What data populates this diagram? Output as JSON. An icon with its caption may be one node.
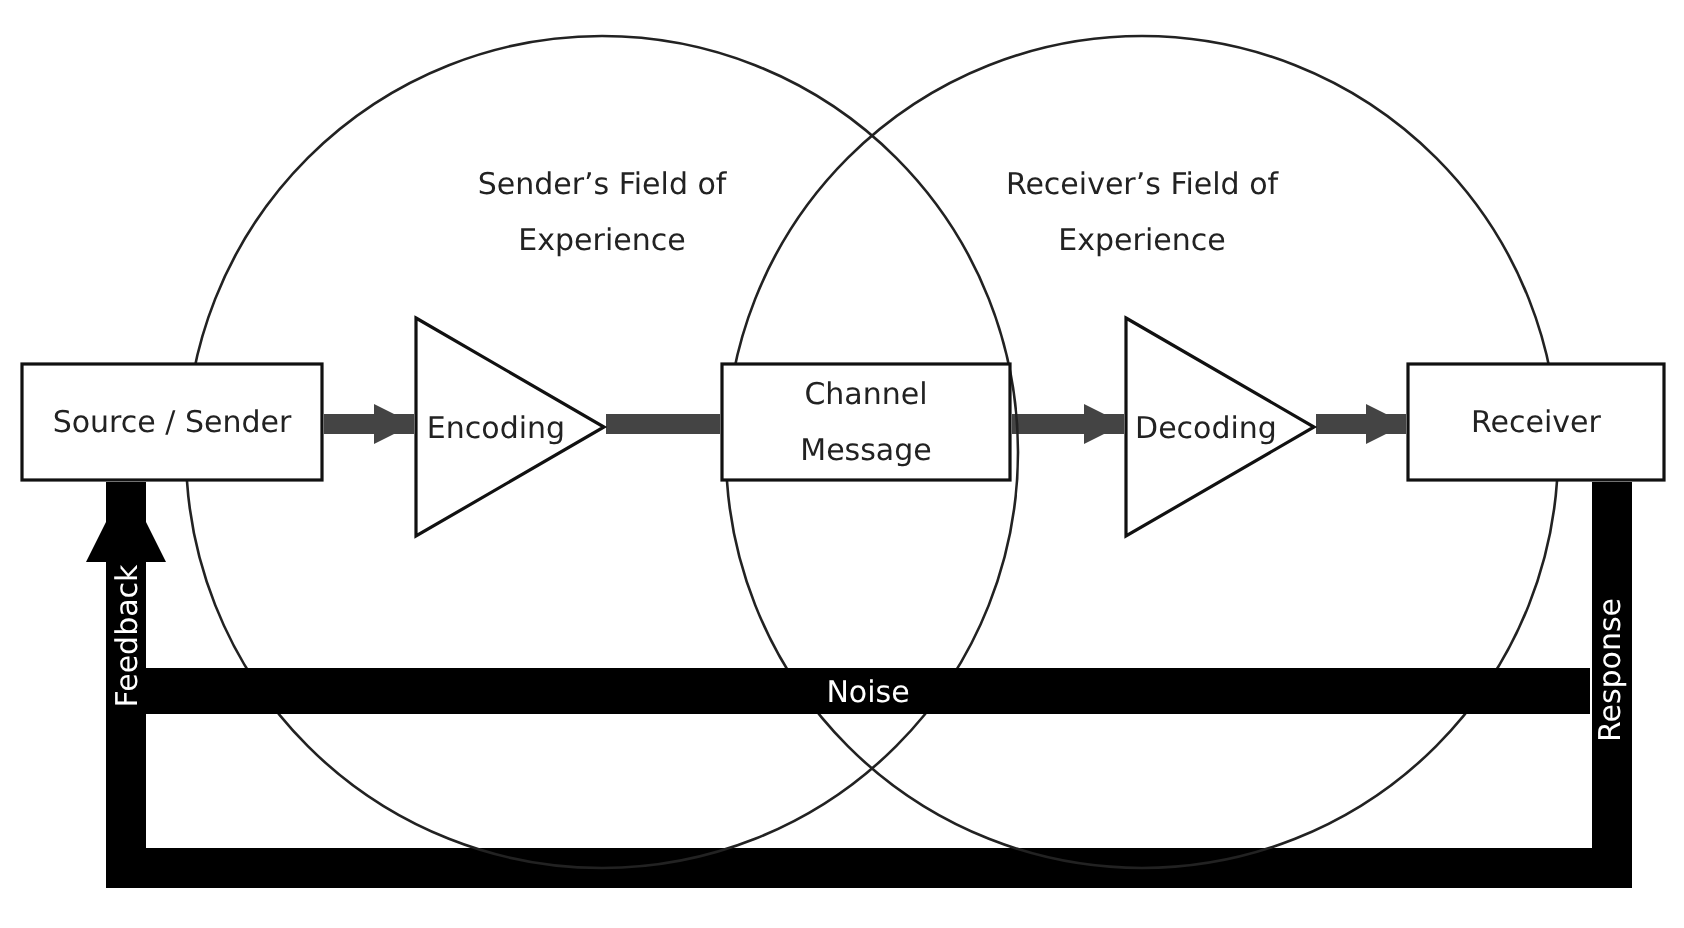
{
  "diagram": {
    "nodes": [
      {
        "text": [
          "Sender’s Field of Experience"
        ]
      },
      {
        "text": [
          "Receiver’s Field of Experience"
        ]
      },
      {
        "text": [
          "Source / Sender"
        ]
      },
      {
        "text": [
          "Encoding"
        ],
        "in": 0
      },
      {
        "text": [
          "Channel Message"
        ]
      },
      {
        "text": [
          "Decoding"
        ],
        "in": 1
      },
      {
        "text": [
          "Receiver"
        ]
      },
      {
        "text": [
          "Noise"
        ]
      }
    ],
    "edges": [
      {
        "from": 2,
        "to": 3,
        "arrow": "to"
      },
      {
        "from": 3,
        "to": 4,
        "arrow": "none"
      },
      {
        "from": 4,
        "to": 5,
        "arrow": "to"
      },
      {
        "from": 5,
        "to": 6,
        "arrow": "to"
      },
      {
        "from": 6,
        "to": 2,
        "arrow": "to",
        "style": "thick",
        "color": "#000000"
      }
    ],
    "labels": [
      "Feedback",
      "Response"
    ]
  }
}
